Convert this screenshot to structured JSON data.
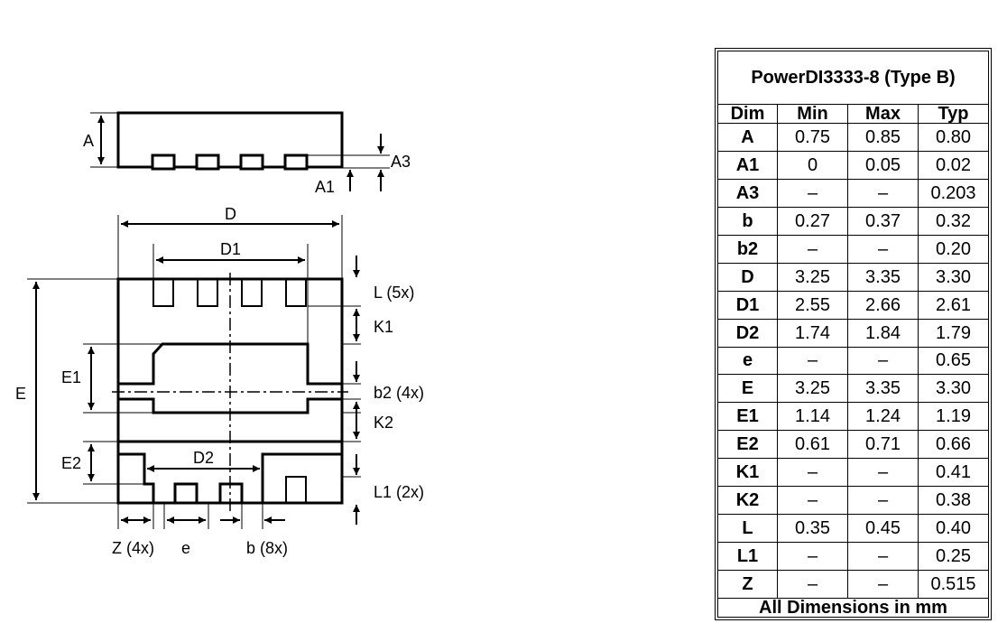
{
  "drawing": {
    "labels": {
      "A": "A",
      "A1": "A1",
      "A3": "A3",
      "D": "D",
      "D1": "D1",
      "D2": "D2",
      "E": "E",
      "E1": "E1",
      "E2": "E2",
      "L": "L (5x)",
      "K1": "K1",
      "b2": "b2 (4x)",
      "K2": "K2",
      "L1": "L1 (2x)",
      "Z": "Z (4x)",
      "e": "e",
      "b": "b (8x)"
    }
  },
  "table": {
    "title": "PowerDI3333-8 (Type B)",
    "headers": [
      "Dim",
      "Min",
      "Max",
      "Typ"
    ],
    "rows": [
      {
        "dim": "A",
        "min": "0.75",
        "max": "0.85",
        "typ": "0.80"
      },
      {
        "dim": "A1",
        "min": "0",
        "max": "0.05",
        "typ": "0.02"
      },
      {
        "dim": "A3",
        "min": "–",
        "max": "–",
        "typ": "0.203"
      },
      {
        "dim": "b",
        "min": "0.27",
        "max": "0.37",
        "typ": "0.32"
      },
      {
        "dim": "b2",
        "min": "–",
        "max": "–",
        "typ": "0.20"
      },
      {
        "dim": "D",
        "min": "3.25",
        "max": "3.35",
        "typ": "3.30"
      },
      {
        "dim": "D1",
        "min": "2.55",
        "max": "2.66",
        "typ": "2.61"
      },
      {
        "dim": "D2",
        "min": "1.74",
        "max": "1.84",
        "typ": "1.79"
      },
      {
        "dim": "e",
        "min": "–",
        "max": "–",
        "typ": "0.65"
      },
      {
        "dim": "E",
        "min": "3.25",
        "max": "3.35",
        "typ": "3.30"
      },
      {
        "dim": "E1",
        "min": "1.14",
        "max": "1.24",
        "typ": "1.19"
      },
      {
        "dim": "E2",
        "min": "0.61",
        "max": "0.71",
        "typ": "0.66"
      },
      {
        "dim": "K1",
        "min": "–",
        "max": "–",
        "typ": "0.41"
      },
      {
        "dim": "K2",
        "min": "–",
        "max": "–",
        "typ": "0.38"
      },
      {
        "dim": "L",
        "min": "0.35",
        "max": "0.45",
        "typ": "0.40"
      },
      {
        "dim": "L1",
        "min": "–",
        "max": "–",
        "typ": "0.25"
      },
      {
        "dim": "Z",
        "min": "–",
        "max": "–",
        "typ": "0.515"
      }
    ],
    "footer": "All Dimensions in mm"
  }
}
